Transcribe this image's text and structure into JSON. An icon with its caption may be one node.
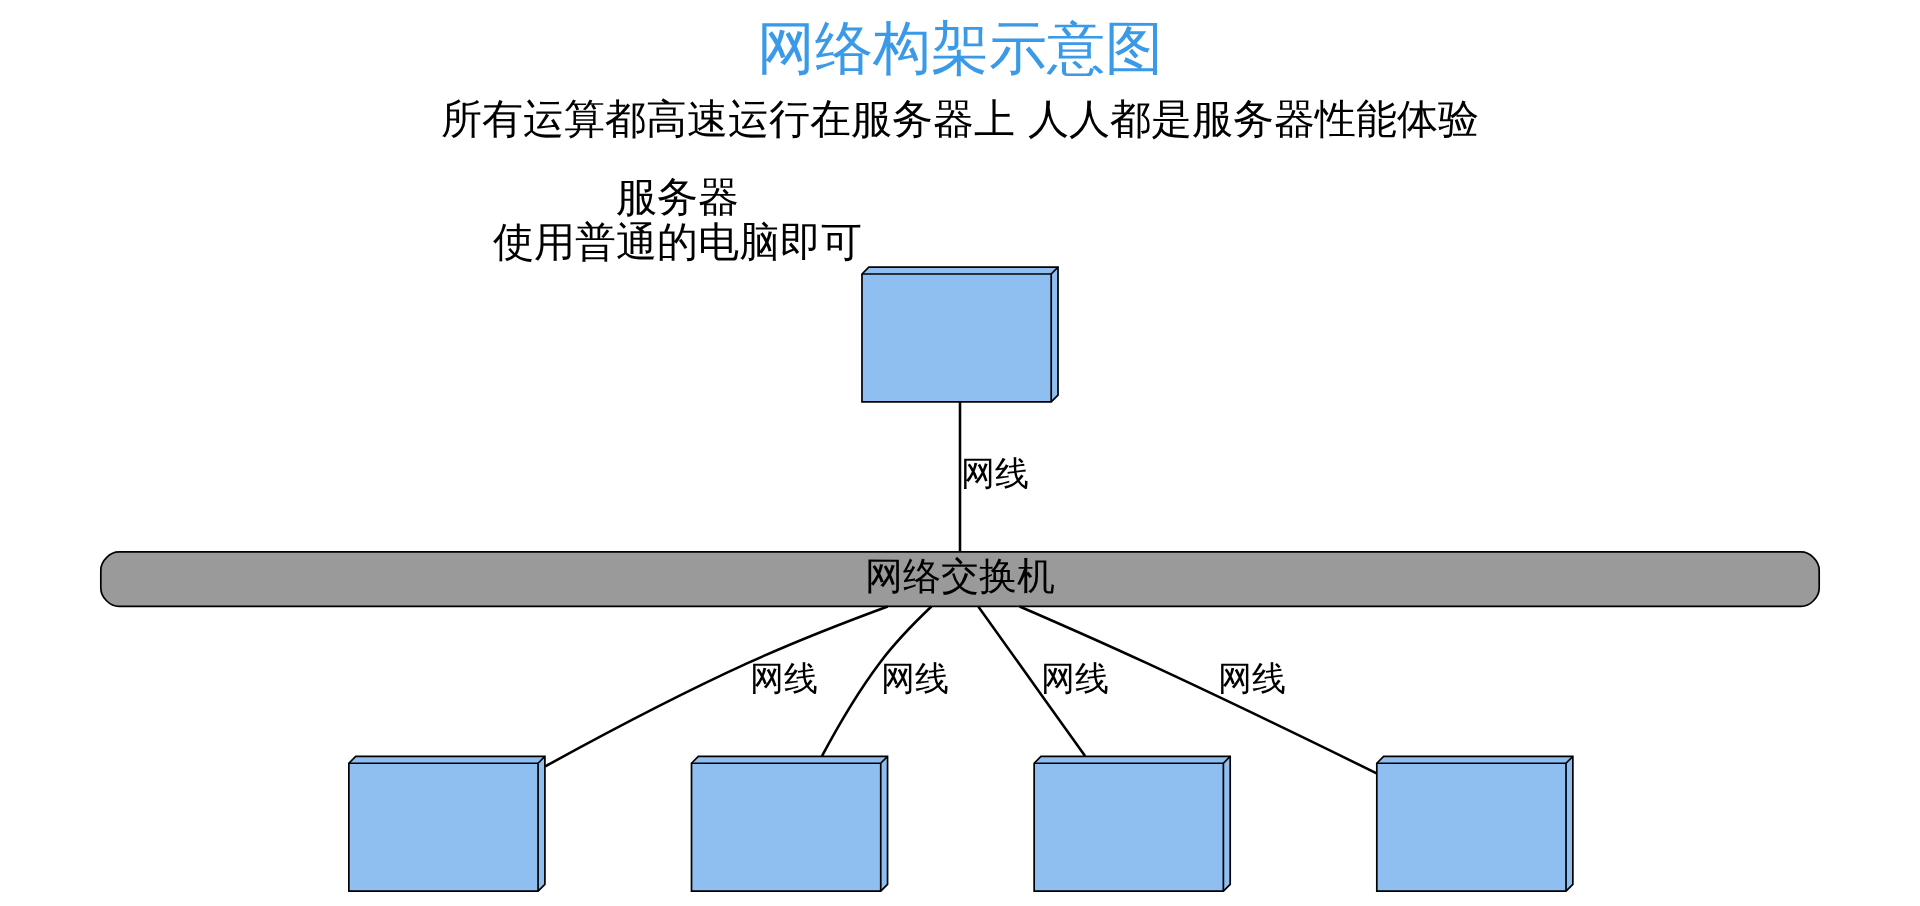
{
  "diagram": {
    "title": "网络构架示意图",
    "nodes": [
      {
        "text": [],
        "shape": "picture",
        "beside": [
          "服务器",
          "使用普通的电脑即可"
        ]
      },
      {
        "text": [
          "网络交换机"
        ]
      },
      {
        "text": [],
        "shape": "picture"
      },
      {
        "text": [],
        "shape": "picture"
      },
      {
        "text": [],
        "shape": "picture"
      },
      {
        "text": [],
        "shape": "picture"
      }
    ],
    "edges": [
      {
        "from": 0,
        "to": 1,
        "arrow": "none",
        "label": "网线"
      },
      {
        "from": 1,
        "to": 2,
        "arrow": "none",
        "label": "网线"
      },
      {
        "from": 1,
        "to": 3,
        "arrow": "none",
        "label": "网线"
      },
      {
        "from": 1,
        "to": 4,
        "arrow": "none",
        "label": "网线"
      },
      {
        "from": 1,
        "to": 5,
        "arrow": "none",
        "label": "网线"
      }
    ],
    "labels": [
      "所有运算都高速运行在服务器上 人人都是服务器性能体验"
    ]
  }
}
